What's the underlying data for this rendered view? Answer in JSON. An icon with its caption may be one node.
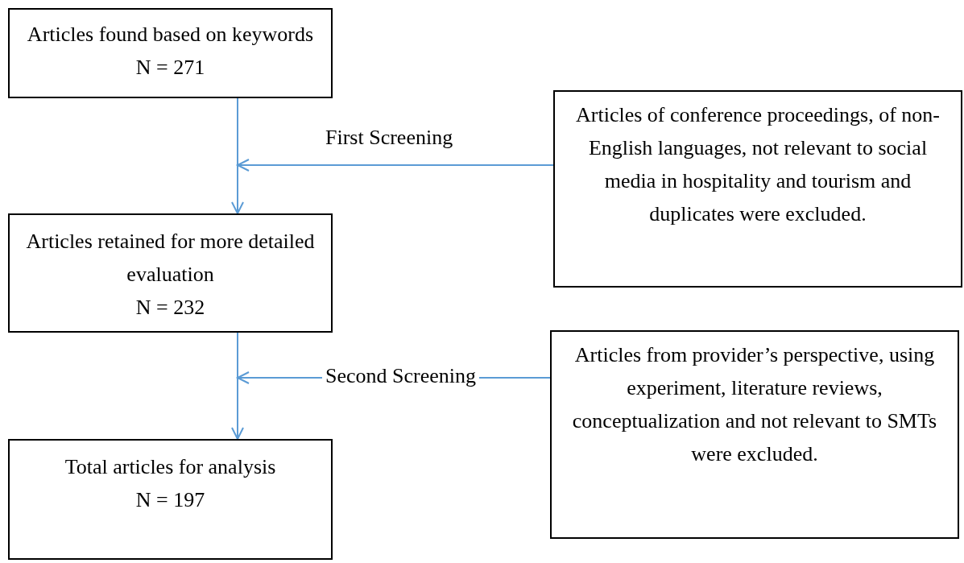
{
  "diagram": {
    "nodes": [
      {
        "text": [
          "Articles found based on keywords",
          "N = 271"
        ]
      },
      {
        "text": [
          "Articles of conference proceedings, of non-English languages, not relevant to social media in hospitality and tourism and duplicates were excluded."
        ]
      },
      {
        "text": [
          "Articles retained for more detailed evaluation",
          "N = 232"
        ]
      },
      {
        "text": [
          "Articles from provider’s perspective, using experiment, literature reviews, conceptualization and not relevant to SMTs were excluded."
        ]
      },
      {
        "text": [
          "Total articles for analysis",
          "N = 197"
        ]
      }
    ],
    "edges": [
      {
        "from": 0,
        "to": 2,
        "arrow": "to"
      },
      {
        "from": 1,
        "to": null,
        "arrow": "to",
        "label": "First Screening"
      },
      {
        "from": 2,
        "to": 4,
        "arrow": "to"
      },
      {
        "from": 3,
        "to": null,
        "arrow": "to",
        "label": "Second Screening"
      }
    ]
  }
}
